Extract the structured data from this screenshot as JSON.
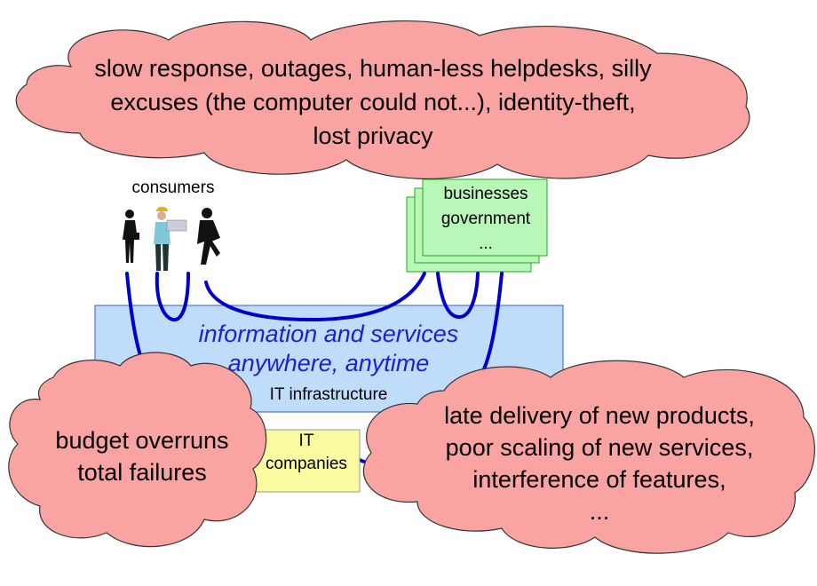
{
  "clouds": {
    "top": {
      "lines": [
        "slow response, outages, human-less helpdesks, silly",
        "excuses (the computer could not...), identity-theft,",
        "lost privacy"
      ],
      "fill": "#f9a3a3",
      "stroke": "#333333"
    },
    "left": {
      "lines": [
        "budget overruns",
        "total failures"
      ],
      "fill": "#f9a3a3"
    },
    "right": {
      "lines": [
        "late delivery of new products,",
        "poor scaling of new services,",
        "interference of features,",
        "..."
      ],
      "fill": "#f9a3a3"
    }
  },
  "consumers": {
    "label": "consumers",
    "icons": [
      "businesswoman-icon",
      "worker-with-hardhat-icon",
      "businessman-sitting-icon"
    ]
  },
  "businesses": {
    "lines": [
      "businesses",
      "government",
      "..."
    ],
    "fill": "#b8f7b8",
    "stroke": "#22aa22"
  },
  "infrastructure": {
    "main_lines": [
      "information and services",
      "anywhere, anytime"
    ],
    "label": "IT infrastructure",
    "fill": "#bfdcfa",
    "stroke": "#3060c0",
    "text_color": "#1f1fd0"
  },
  "it_companies": {
    "lines": [
      "IT",
      "companies"
    ],
    "fill": "#fafaa0"
  },
  "connection_color": "#0000cc"
}
